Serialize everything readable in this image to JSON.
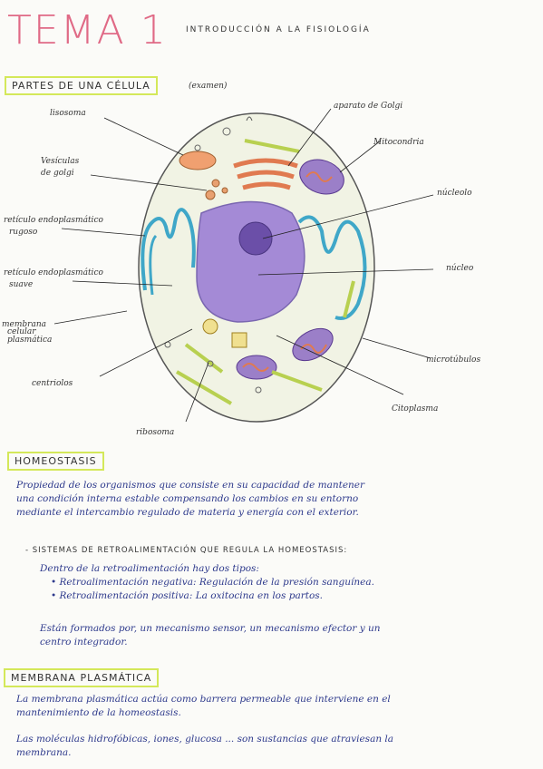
{
  "header": {
    "tema": "TEMA 1",
    "subtitle": "INTRODUCCIÓN A LA FISIOLOGÍA"
  },
  "cell_section": {
    "title": "PARTES DE UNA CÉLULA",
    "note": "(examen)",
    "labels": {
      "lisosoma": "lisosoma",
      "vesiculas": "Vesículas",
      "vesiculas2": "de golgi",
      "reticulo_rugoso": "retículo endoplasmático",
      "reticulo_rugoso2": "rugoso",
      "reticulo_liso": "retículo endoplasmático",
      "reticulo_liso2": "suave",
      "membrana": "membrana",
      "membrana2": "celular",
      "membrana3": "plasmática",
      "centriolos": "centriolos",
      "ribosoma": "ribosoma",
      "golgi": "aparato de Golgi",
      "mitocondria": "Mitocondria",
      "nucleolo": "núcleolo",
      "nucleo": "núcleo",
      "microtubulos": "microtúbulos",
      "citoplasma": "Citoplasma"
    }
  },
  "homeostasis": {
    "title": "HOMEOSTASIS",
    "lines": [
      "Propiedad de los organismos que consiste en su capacidad de mantener",
      "una condición interna estable compensando los cambios en su entorno",
      "mediante el intercambio regulado de materia y energía con el exterior."
    ],
    "subtitle": "- SISTEMAS DE RETROALIMENTACIÓN QUE REGULA LA HOMEOSTASIS:",
    "sub_intro": "Dentro de la retroalimentación hay dos tipos:",
    "bullets": [
      "• Retroalimentación negativa: Regulación de la presión sanguínea.",
      "• Retroalimentación positiva: La oxitocina en los partos."
    ],
    "closing": [
      "Están formados por, un mecanismo sensor, un mecanismo efector y un",
      "centro integrador."
    ]
  },
  "membrana": {
    "title": "MEMBRANA PLASMÁTICA",
    "lines": [
      "La membrana plasmática actúa como barrera permeable que interviene en el",
      "mantenimiento de la homeostasis.",
      "Las moléculas hidrofóbicas, iones, glucosa ... son sustancias que atraviesan la",
      "membrana."
    ]
  },
  "colors": {
    "accent": "#d4e85a",
    "title": "#e06a86",
    "ink": "#2e3a8c"
  }
}
